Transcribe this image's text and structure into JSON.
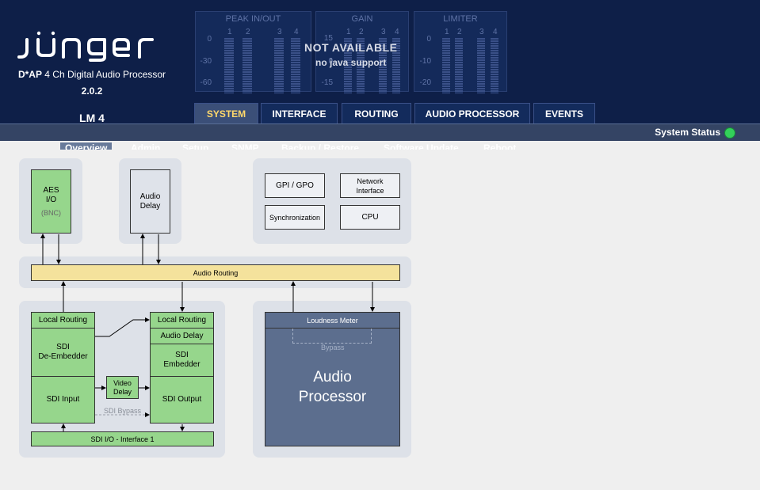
{
  "header": {
    "product_bold": "D*AP",
    "product_rest": " 4 Ch Digital Audio Processor",
    "version": "2.0.2",
    "device": "LM 4"
  },
  "meters": {
    "peak": {
      "title": "PEAK IN/OUT",
      "scale": [
        "0",
        "-30",
        "-60"
      ],
      "channels": [
        "1",
        "2",
        "3",
        "4"
      ]
    },
    "gain": {
      "title": "GAIN",
      "scale": [
        "15",
        "0",
        "-15"
      ],
      "channels": [
        "1",
        "2",
        "3",
        "4"
      ]
    },
    "limiter": {
      "title": "LIMITER",
      "scale": [
        "0",
        "-10",
        "-20"
      ],
      "channels": [
        "1",
        "2",
        "3",
        "4"
      ]
    },
    "not_available": "NOT AVAILABLE",
    "no_java": "no java support"
  },
  "tabs": [
    "SYSTEM",
    "INTERFACE",
    "ROUTING",
    "AUDIO PROCESSOR",
    "EVENTS"
  ],
  "status": {
    "label": "System Status",
    "led_color": "#33d05a"
  },
  "subnav": [
    "Overview",
    "Admin",
    "Setup",
    "SNMP",
    "Backup / Restore",
    "Software Update",
    "Reboot"
  ],
  "diagram": {
    "aes": {
      "title": "AES\nI/O",
      "sub": "(BNC)"
    },
    "audio_delay": "Audio\nDelay",
    "gpi": "GPI / GPO",
    "network": "Network\nInterface",
    "sync": "Synchronization",
    "cpu": "CPU",
    "audio_routing": "Audio Routing",
    "local_routing_left": "Local Routing",
    "sdi_deembedder": "SDI\nDe-Embedder",
    "sdi_input": "SDI Input",
    "video_delay": "Video\nDelay",
    "local_routing_right": "Local Routing",
    "audio_delay_small": "Audio Delay",
    "sdi_embedder": "SDI\nEmbedder",
    "sdi_output": "SDI Output",
    "sdi_bypass": "SDI Bypass",
    "sdi_io": "SDI I/O - Interface 1",
    "loudness_meter": "Loudness Meter",
    "bypass": "Bypass",
    "audio_processor": "Audio\nProcessor"
  }
}
